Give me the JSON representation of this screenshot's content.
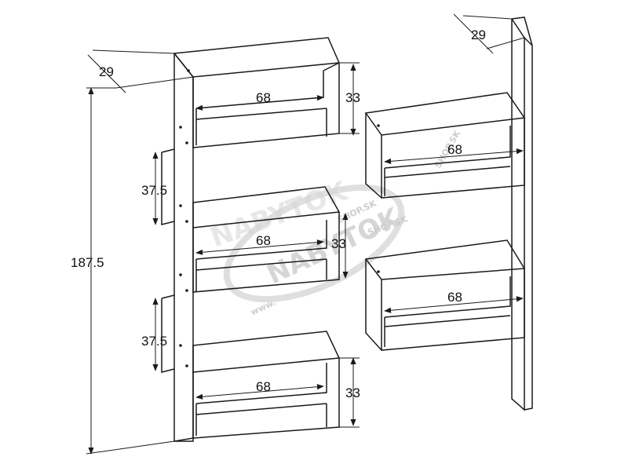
{
  "dimensions": {
    "depth_left": "29",
    "depth_right": "29",
    "total_height": "187.5",
    "inner_width_top": "68",
    "box_height_top": "33",
    "gap_height_upper": "37.5",
    "inner_width_middle": "68",
    "box_height_middle": "33",
    "gap_height_lower": "37.5",
    "inner_width_bottom": "68",
    "box_height_bottom": "33",
    "inner_width_right_upper": "68",
    "inner_width_right_lower": "68"
  },
  "watermark": {
    "brand": "NABYTOK",
    "domain_suffix": "SHOP.SK",
    "url": "www."
  },
  "colors": {
    "line": "#1a1a1a",
    "watermark": "#d0d0d0"
  }
}
